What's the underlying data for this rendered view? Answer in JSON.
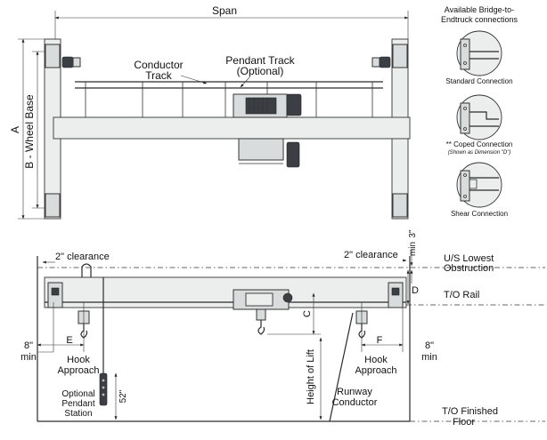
{
  "top_view": {
    "span": "Span",
    "dim_a": "A",
    "dim_b": "B - Wheel Base",
    "conductor_track_1": "Conductor",
    "conductor_track_2": "Track",
    "pendant_track_1": "Pendant Track",
    "pendant_track_2": "(Optional)"
  },
  "connections": {
    "title_1": "Available Bridge-to-",
    "title_2": "Endtruck connections",
    "standard": "Standard Connection",
    "coped_1": "** Coped Connection",
    "coped_2": "(Shown as Dimension \"D\")",
    "shear": "Shear Connection"
  },
  "side_view": {
    "clearance_left": "2\" clearance",
    "clearance_right": "2\" clearance",
    "min_3in_value": "3\"",
    "min_3in_unit": "min",
    "us_lowest_1": "U/S Lowest",
    "us_lowest_2": "Obstruction",
    "dim_d": "D",
    "to_rail": "T/O Rail",
    "dim_c": "C",
    "dim_e": "E",
    "dim_f": "F",
    "min_8in_left_value": "8\"",
    "min_8in_left_unit": "min",
    "min_8in_right_value": "8\"",
    "min_8in_right_unit": "min",
    "hook_approach_left_1": "Hook",
    "hook_approach_left_2": "Approach",
    "hook_approach_right_1": "Hook",
    "hook_approach_right_2": "Approach",
    "height_of_lift": "Height of Lift",
    "runway_1": "Runway",
    "runway_2": "Conductor",
    "pendant_1": "Optional",
    "pendant_2": "Pendant",
    "pendant_3": "Station",
    "dim_52": "52\"",
    "to_floor_1": "T/O Finished",
    "to_floor_2": "Floor"
  }
}
